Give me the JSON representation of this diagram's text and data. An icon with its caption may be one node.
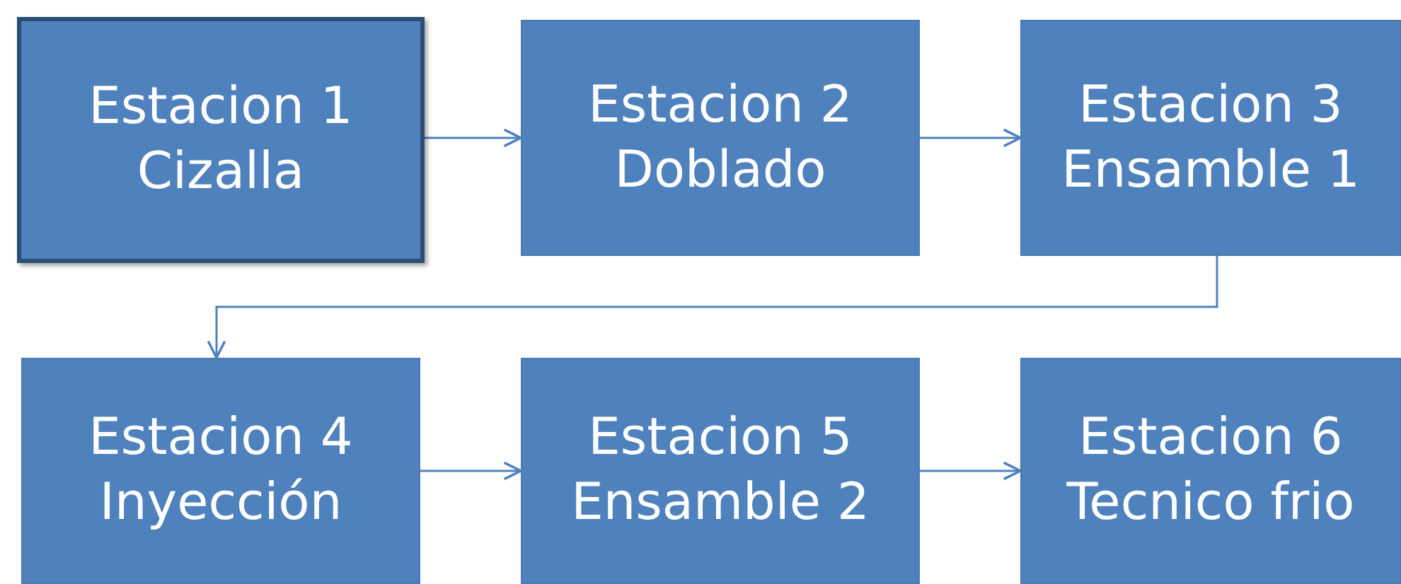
{
  "diagram": {
    "nodes": [
      {
        "text": [
          "Estacion 1",
          "Cizalla"
        ]
      },
      {
        "text": [
          "Estacion 2",
          "Doblado"
        ]
      },
      {
        "text": [
          "Estacion 3",
          "Ensamble 1"
        ]
      },
      {
        "text": [
          "Estacion 4",
          "Inyección"
        ]
      },
      {
        "text": [
          "Estacion 5",
          "Ensamble 2"
        ]
      },
      {
        "text": [
          "Estacion 6",
          "Tecnico frio"
        ]
      }
    ],
    "edges": [
      {
        "from": 0,
        "to": 1,
        "arrow": "to"
      },
      {
        "from": 1,
        "to": 2,
        "arrow": "to"
      },
      {
        "from": 2,
        "to": 3,
        "arrow": "to"
      },
      {
        "from": 3,
        "to": 4,
        "arrow": "to"
      },
      {
        "from": 4,
        "to": 5,
        "arrow": "to"
      }
    ]
  }
}
